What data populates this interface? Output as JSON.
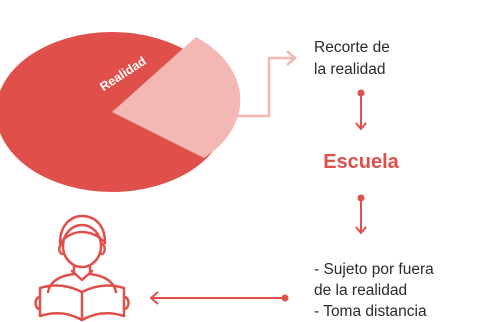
{
  "colors": {
    "main": "#e0504a",
    "slice": "#f3b8b3",
    "text": "#2a2a2a"
  },
  "pie": {
    "label": "Realidad"
  },
  "recorte": {
    "line1": "Recorte de",
    "line2": "la realidad"
  },
  "escuela": {
    "label": "Escuela"
  },
  "sujeto": {
    "line1": "- Sujeto por fuera",
    "line2": "de la realidad",
    "line3": "- Toma distancia"
  },
  "icons": {
    "person": "reading-person-icon"
  }
}
